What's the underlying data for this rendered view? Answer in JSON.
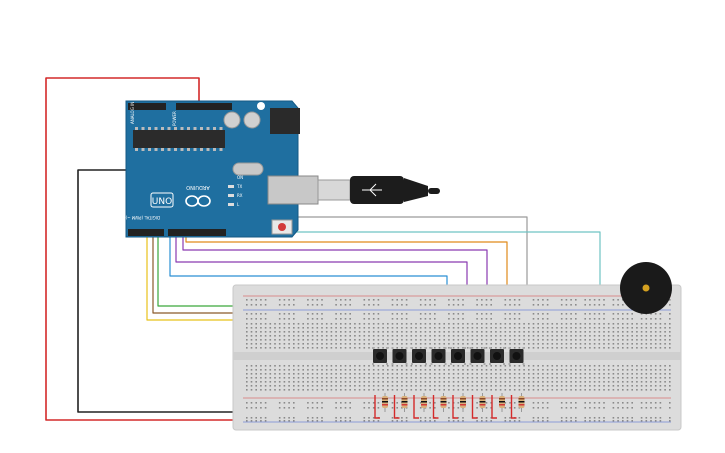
{
  "arduino": {
    "model": "UNO",
    "brand": "ARDUINO",
    "analog_header": "ANALOG IN",
    "power_header": "POWER",
    "digital_header": "DIGITAL (PWM ~)",
    "on_label": "ON",
    "tx_label": "TX",
    "rx_label": "RX",
    "l_label": "L",
    "board_color": "#1f6fa0",
    "icons": [
      "usb-b-port",
      "reset-button",
      "infinity-logo"
    ]
  },
  "usb_cable": {
    "icon": "usb-cable-icon",
    "color": "#1c1c1c"
  },
  "breadboard": {
    "push_button_count": 8,
    "resistor_count": 8,
    "color": "#dcdcdc"
  },
  "buzzer": {
    "icon": "piezo-buzzer-icon",
    "color": "#1a1a1a"
  },
  "wire_colors": {
    "red": "#d42a2a",
    "black": "#222222",
    "gray": "#9a9a9a",
    "teal": "#6fc3c3",
    "orange": "#e08a1a",
    "purple": "#8a3ab0",
    "blue": "#2a8fd4",
    "green": "#3aa63a",
    "brown": "#8a5a2a",
    "yellow": "#e8c21a"
  }
}
